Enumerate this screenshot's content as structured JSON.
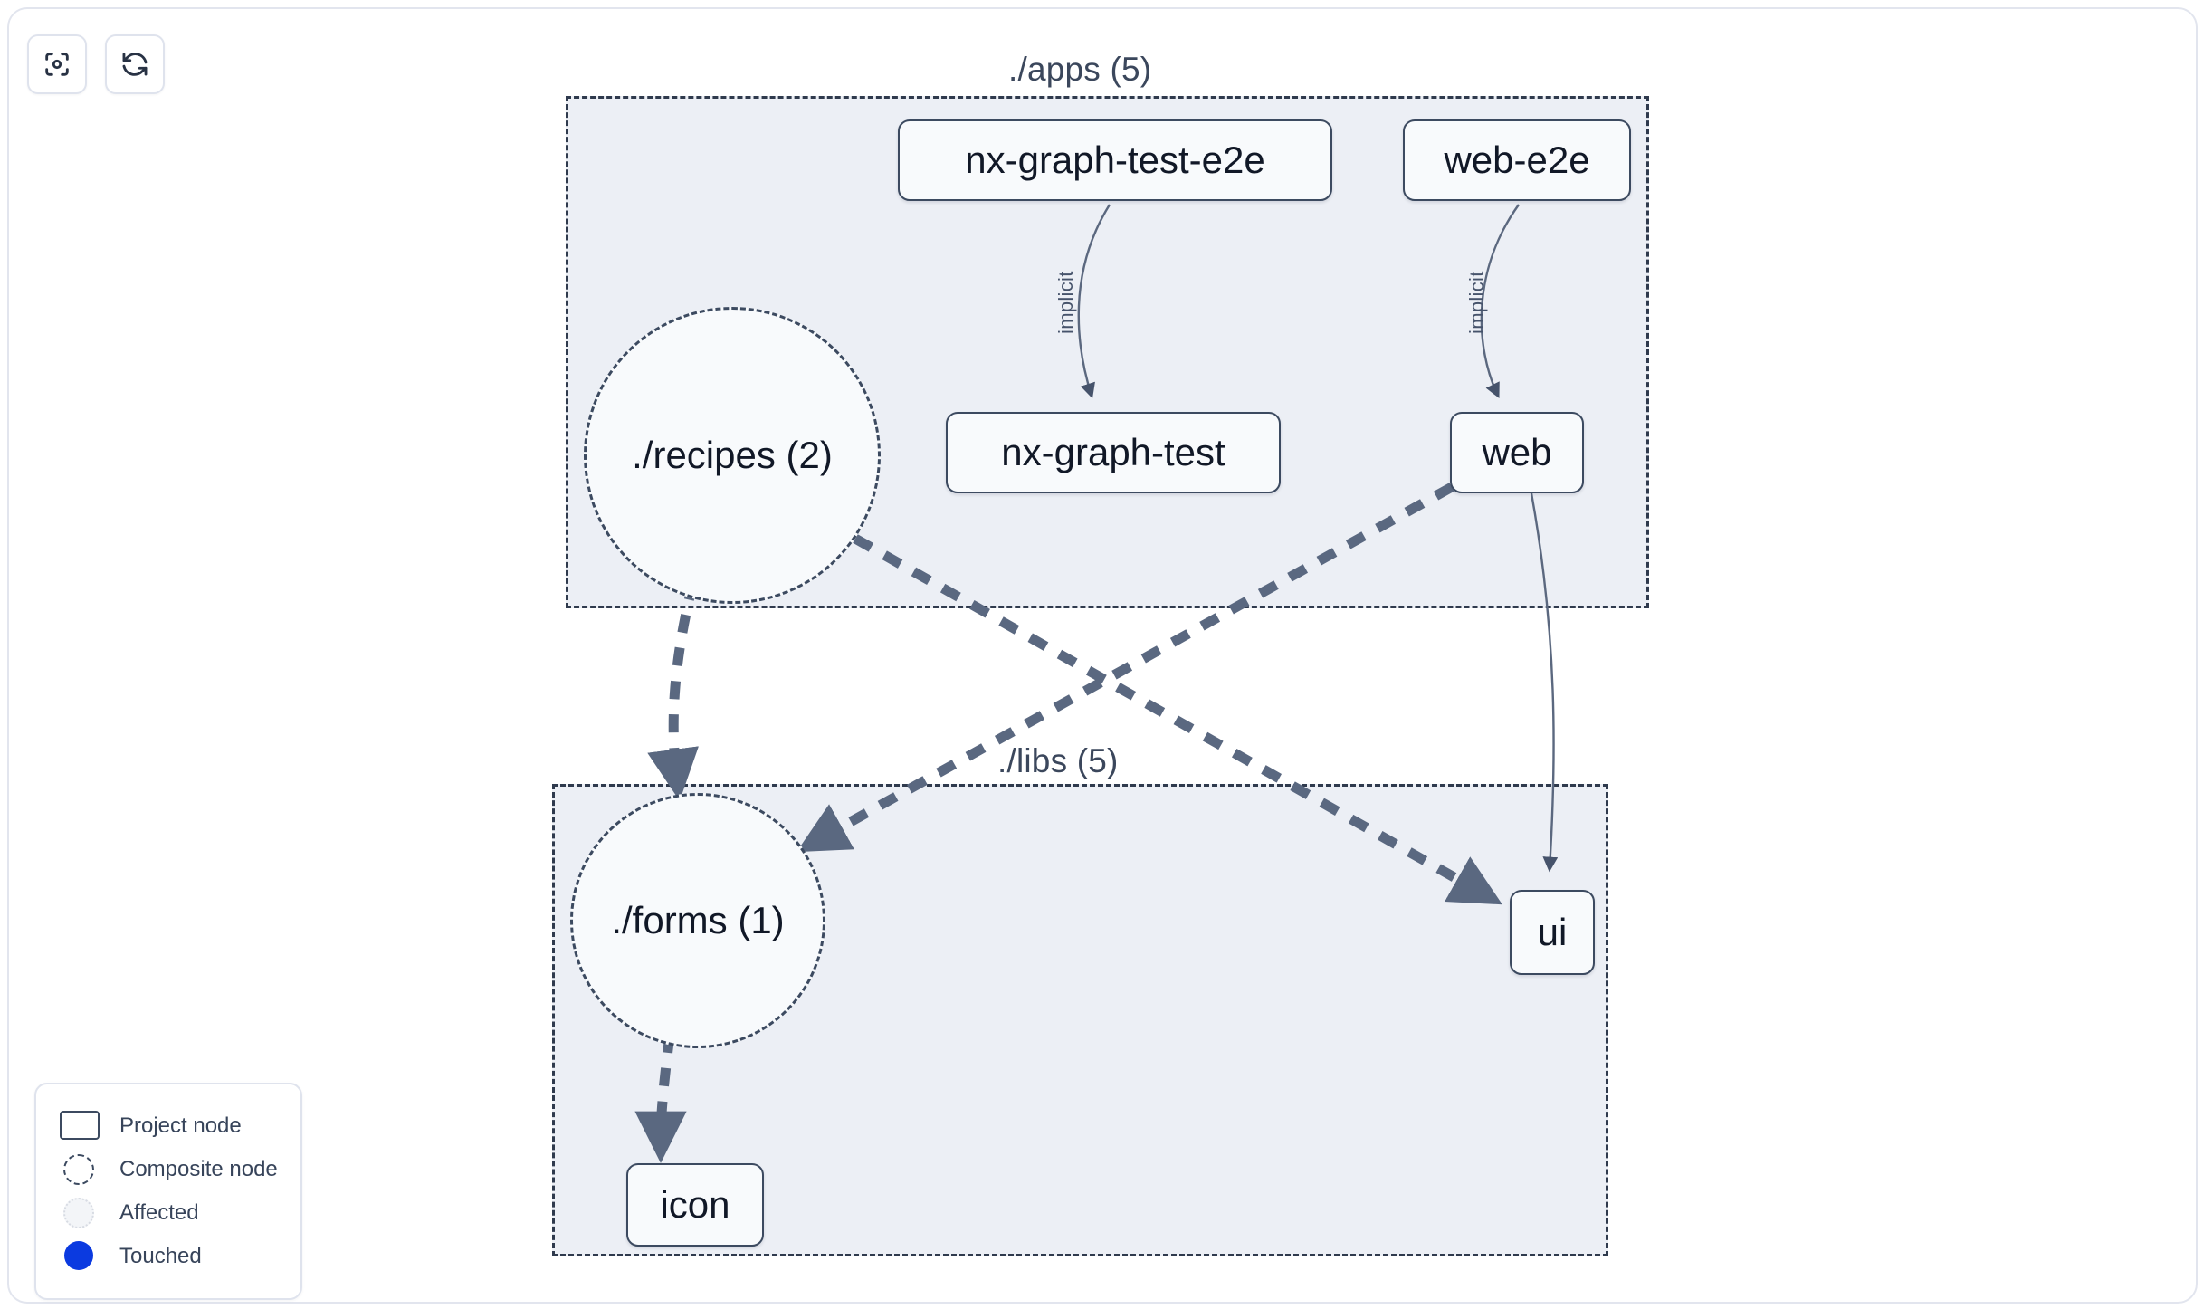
{
  "toolbar": {
    "buttons": [
      {
        "name": "focus-graph-button",
        "icon": "viewfinder-icon",
        "label": ""
      },
      {
        "name": "refresh-graph-button",
        "icon": "refresh-icon",
        "label": ""
      }
    ]
  },
  "graph": {
    "groups": [
      {
        "id": "apps",
        "label": "./apps (5)",
        "count": 5
      },
      {
        "id": "libs",
        "label": "./libs (5)",
        "count": 5
      }
    ],
    "project_nodes": [
      {
        "id": "nx-graph-test-e2e",
        "label": "nx-graph-test-e2e",
        "group": "apps"
      },
      {
        "id": "web-e2e",
        "label": "web-e2e",
        "group": "apps"
      },
      {
        "id": "nx-graph-test",
        "label": "nx-graph-test",
        "group": "apps"
      },
      {
        "id": "web",
        "label": "web",
        "group": "apps"
      },
      {
        "id": "ui",
        "label": "ui",
        "group": "libs"
      },
      {
        "id": "icon",
        "label": "icon",
        "group": "libs"
      }
    ],
    "composite_nodes": [
      {
        "id": "recipes",
        "label": "./recipes (2)",
        "group": "apps",
        "count": 2
      },
      {
        "id": "forms",
        "label": "./forms (1)",
        "group": "libs",
        "count": 1
      }
    ],
    "edges": [
      {
        "from": "nx-graph-test-e2e",
        "to": "nx-graph-test",
        "label": "implicit",
        "style": "solid"
      },
      {
        "from": "web-e2e",
        "to": "web",
        "label": "implicit",
        "style": "solid"
      },
      {
        "from": "web",
        "to": "ui",
        "label": "",
        "style": "solid"
      },
      {
        "from": "recipes",
        "to": "forms",
        "label": "",
        "style": "dashed"
      },
      {
        "from": "recipes",
        "to": "ui",
        "label": "",
        "style": "dashed"
      },
      {
        "from": "web",
        "to": "forms",
        "label": "",
        "style": "dashed"
      },
      {
        "from": "forms",
        "to": "icon",
        "label": "",
        "style": "dashed"
      }
    ]
  },
  "legend": {
    "items": [
      {
        "key": "project-node",
        "label": "Project node"
      },
      {
        "key": "composite-node",
        "label": "Composite node"
      },
      {
        "key": "affected",
        "label": "Affected"
      },
      {
        "key": "touched",
        "label": "Touched"
      }
    ]
  },
  "colors": {
    "group_fill": "#eceff5",
    "node_stroke": "#3c4a60",
    "node_fill": "#f8fafc",
    "edge": "#46536b",
    "touched": "#0b3ae0",
    "text": "#111827",
    "page_bg": "#ffffff"
  }
}
